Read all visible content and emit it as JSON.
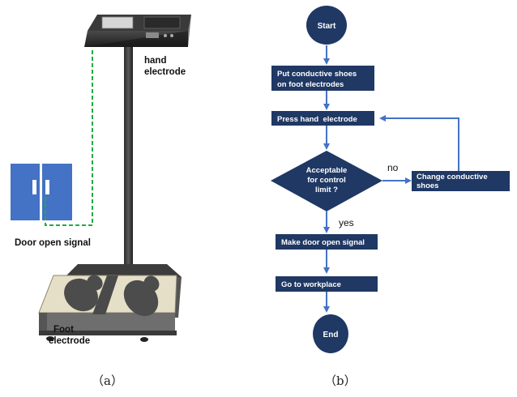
{
  "panel_a": {
    "hand_electrode_line1": "hand",
    "hand_electrode_line2": "electrode",
    "door_open_signal": "Door open signal",
    "foot_electrode_line1": "Foot",
    "foot_electrode_line2": "electrode",
    "caption": "（a）"
  },
  "panel_b": {
    "start": "Start",
    "step1_line1": "Put conductive shoes",
    "step1_line2": "on foot electrodes",
    "step2": "Press hand  electrode",
    "decision_line1": "Acceptable",
    "decision_line2": "for control",
    "decision_line3": "limit ?",
    "no_label": "no",
    "change_line1": "Change conductive",
    "change_line2": "shoes",
    "yes_label": "yes",
    "step3": "Make door open signal",
    "step4": "Go to workplace",
    "end": "End",
    "caption": "（b）"
  },
  "colors": {
    "node_fill": "#1f3864",
    "arrow": "#4472c4",
    "door": "#4472c4",
    "signal_line": "#22aa44"
  }
}
